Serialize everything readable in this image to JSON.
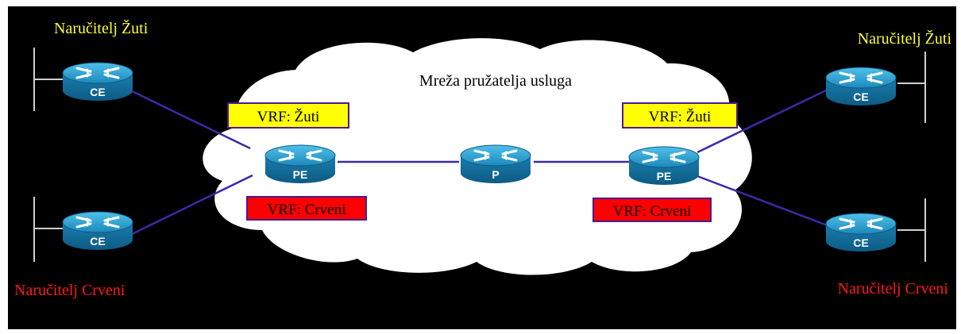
{
  "cloud": {
    "label": "Mreža pružatelja usluga"
  },
  "customers": {
    "left_yellow": "Naručitelj Žuti",
    "left_red": "Naručitelj Crveni",
    "right_yellow": "Naručitelj Žuti",
    "right_red": "Naručitelj Crveni"
  },
  "routers": {
    "ce_left_top": "CE",
    "ce_left_bottom": "CE",
    "pe_left": "PE",
    "p_core": "P",
    "pe_right": "PE",
    "ce_right_top": "CE",
    "ce_right_bottom": "CE"
  },
  "vrf": {
    "left_yellow": "VRF: Žuti",
    "left_red": "VRF: Crveni",
    "right_yellow": "VRF: Žuti",
    "right_red": "VRF: Crveni"
  },
  "colors": {
    "background": "#000000",
    "cloud": "#ffffff",
    "link": "#3b2aa8",
    "customer_yellow": "#ffff33",
    "customer_red": "#ff1a1a",
    "vrf_yellow_fill": "#ffff00",
    "vrf_red_fill": "#ff0000",
    "vrf_border": "#4b1a8f",
    "router_body": "#1e8fbf"
  }
}
